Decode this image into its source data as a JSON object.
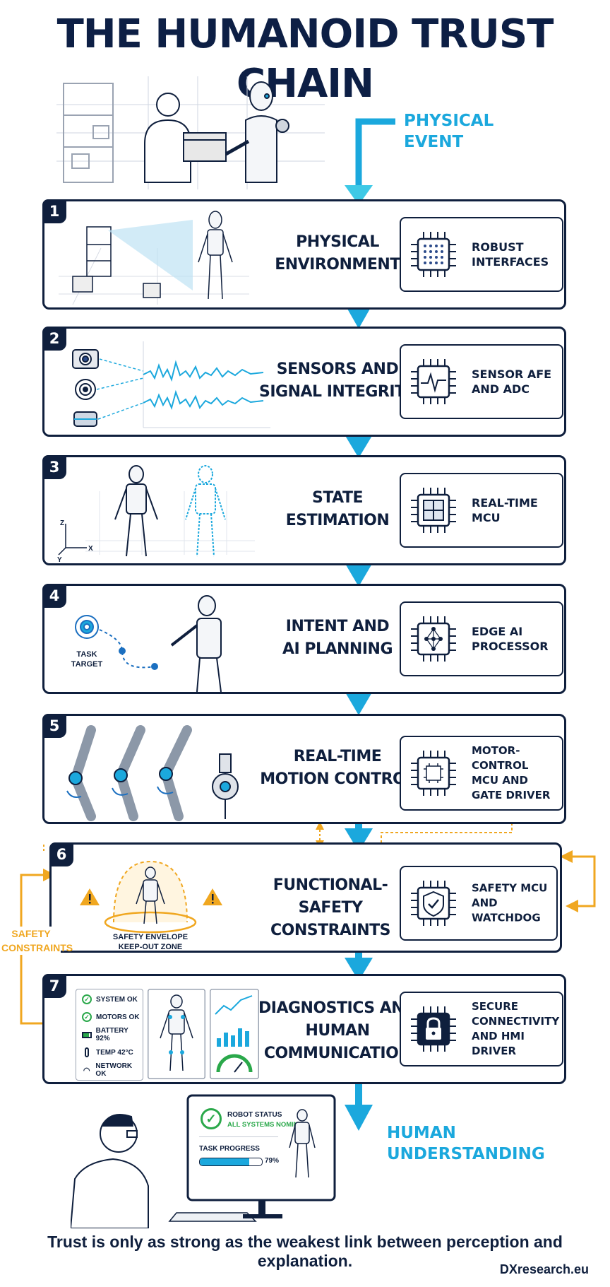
{
  "title": "THE HUMANOID TRUST CHAIN",
  "flow": {
    "start_line1": "PHYSICAL",
    "start_line2": "EVENT",
    "end_line1": "HUMAN",
    "end_line2": "UNDERSTANDING"
  },
  "stages": [
    {
      "number": "1",
      "title_line1": "PHYSICAL",
      "title_line2": "ENVIRONMENT",
      "hw_line1": "ROBUST",
      "hw_line2": "INTERFACES"
    },
    {
      "number": "2",
      "title_line1": "SENSORS AND",
      "title_line2": "SIGNAL INTEGRITY",
      "hw_line1": "SENSOR AFE",
      "hw_line2": "AND ADC"
    },
    {
      "number": "3",
      "title_line1": "STATE",
      "title_line2": "ESTIMATION",
      "hw_line1": "REAL-TIME MCU"
    },
    {
      "number": "4",
      "title_line1": "INTENT AND",
      "title_line2": "AI PLANNING",
      "hw_line1": "EDGE AI",
      "hw_line2": "PROCESSOR",
      "task_label1": "TASK",
      "task_label2": "TARGET"
    },
    {
      "number": "5",
      "title_line1": "REAL-TIME",
      "title_line2": "MOTION CONTROL",
      "hw_line1": "MOTOR-CONTROL",
      "hw_line2": "MCU AND",
      "hw_line3": "GATE DRIVER"
    },
    {
      "number": "6",
      "title_line1": "FUNCTIONAL-SAFETY",
      "title_line2": "CONSTRAINTS",
      "hw_line1": "SAFETY MCU",
      "hw_line2": "AND WATCHDOG",
      "envelope_line1": "SAFETY ENVELOPE",
      "envelope_line2": "KEEP-OUT ZONE"
    },
    {
      "number": "7",
      "title_line1": "DIAGNOSTICS AND",
      "title_line2": "HUMAN",
      "title_line3": "COMMUNICATION",
      "hw_line1": "SECURE",
      "hw_line2": "CONNECTIVITY",
      "hw_line3": "AND HMI DRIVER",
      "status_items": [
        "SYSTEM OK",
        "MOTORS OK",
        "BATTERY 92%",
        "TEMP 42°C",
        "NETWORK OK"
      ]
    }
  ],
  "axis_labels": {
    "z": "Z",
    "x": "X",
    "y": "Y"
  },
  "side_label": {
    "line1": "SAFETY",
    "line2": "CONSTRAINTS"
  },
  "monitor": {
    "status_title": "ROBOT STATUS",
    "status_value": "ALL SYSTEMS NOMINAL",
    "progress_label": "TASK PROGRESS",
    "progress_text": "79%",
    "progress_value": 0.79
  },
  "footer": "Trust is only as strong as the weakest link between perception and explanation.",
  "site": "DXresearch.eu",
  "colors": {
    "navy": "#0f1f3d",
    "flow_blue": "#1ba8dd",
    "safety_orange": "#f0a720",
    "ok_green": "#2aa84a"
  }
}
